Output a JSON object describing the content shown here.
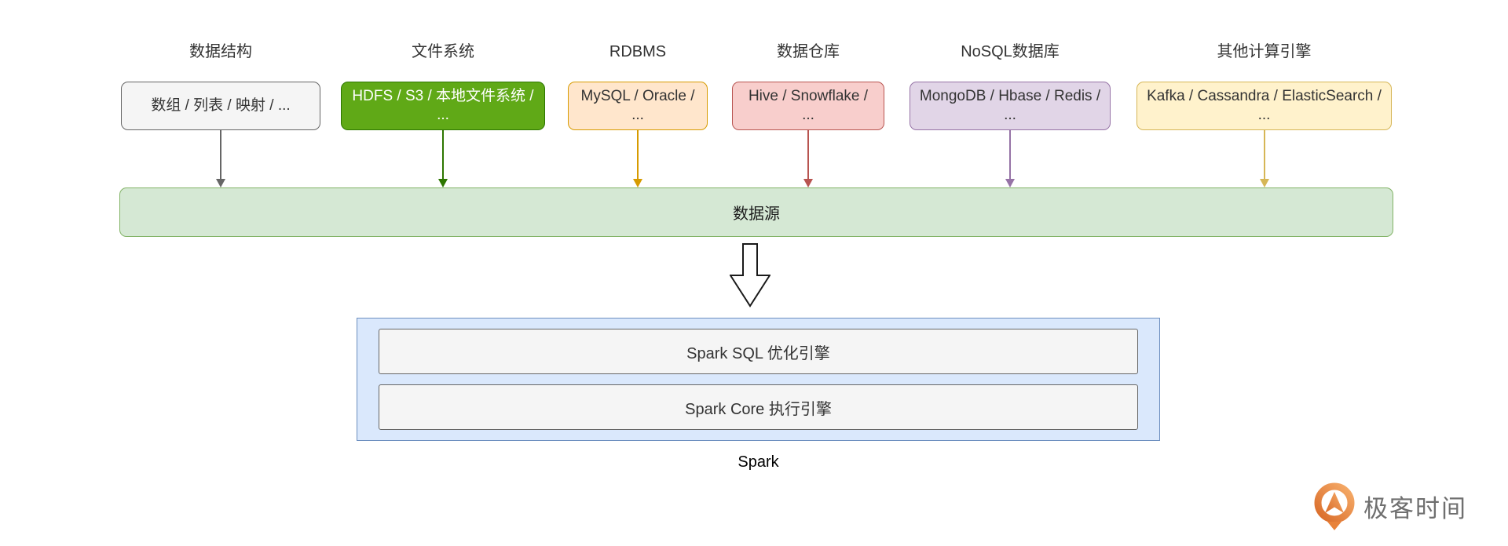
{
  "sources": [
    {
      "category": "数据结构",
      "items": "数组 / 列表 / 映射 / ...",
      "colors": {
        "fill": "#f5f5f5",
        "border": "#666666",
        "text": "#333333",
        "arrow": "#666666"
      }
    },
    {
      "category": "文件系统",
      "items": "HDFS / S3 / 本地文件系统 / ...",
      "colors": {
        "fill": "#60a917",
        "border": "#2d7600",
        "text": "#ffffff",
        "arrow": "#2d7600"
      }
    },
    {
      "category": "RDBMS",
      "items": "MySQL / Oracle / ...",
      "colors": {
        "fill": "#ffe6cc",
        "border": "#d79b00",
        "text": "#333333",
        "arrow": "#d79b00"
      }
    },
    {
      "category": "数据仓库",
      "items": "Hive / Snowflake / ...",
      "colors": {
        "fill": "#f8cecc",
        "border": "#b85450",
        "text": "#333333",
        "arrow": "#b85450"
      }
    },
    {
      "category": "NoSQL数据库",
      "items": "MongoDB / Hbase / Redis / ...",
      "colors": {
        "fill": "#e1d5e7",
        "border": "#9673a6",
        "text": "#333333",
        "arrow": "#9673a6"
      }
    },
    {
      "category": "其他计算引擎",
      "items": "Kafka / Cassandra / ElasticSearch / ...",
      "colors": {
        "fill": "#fff2cc",
        "border": "#d6b656",
        "text": "#333333",
        "arrow": "#d6b656"
      }
    }
  ],
  "data_source_bar": {
    "label": "数据源",
    "colors": {
      "fill": "#d5e8d4",
      "border": "#82b366"
    }
  },
  "spark": {
    "engines": [
      {
        "label": "Spark SQL 优化引擎"
      },
      {
        "label": "Spark Core 执行引擎"
      }
    ],
    "caption": "Spark",
    "colors": {
      "container_fill": "#dae8fc",
      "container_border": "#6c8ebf",
      "engine_fill": "#f5f5f5",
      "engine_border": "#666666"
    }
  },
  "logo": {
    "text": "极客时间",
    "icon_color": "#e8823a"
  }
}
